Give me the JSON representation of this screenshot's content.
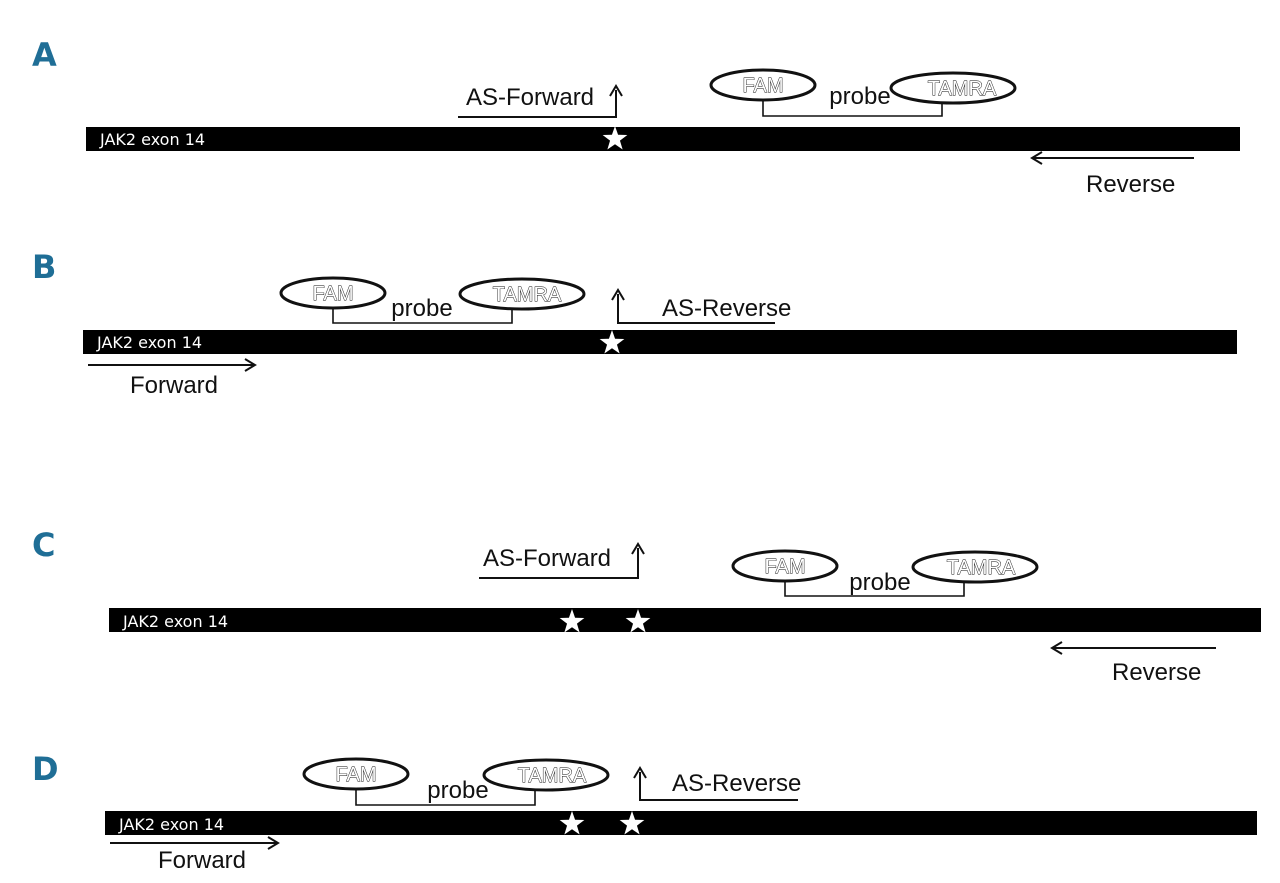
{
  "colors": {
    "letter": "#1f6e96",
    "bar": "#000000",
    "ink": "#111111",
    "star": "#ffffff"
  },
  "icons": [
    "star-icon",
    "arrow-up-icon",
    "arrow-left-icon",
    "arrow-right-icon"
  ],
  "panels": [
    {
      "letter": "A",
      "bar_label": "JAK2 exon 14",
      "primer": "AS-Forward",
      "fam": "FAM",
      "probe": "probe",
      "tamra": "TAMRA",
      "outer_primer": "Reverse"
    },
    {
      "letter": "B",
      "bar_label": "JAK2 exon 14",
      "primer": "AS-Reverse",
      "fam": "FAM",
      "probe": "probe",
      "tamra": "TAMRA",
      "outer_primer": "Forward"
    },
    {
      "letter": "C",
      "bar_label": "JAK2 exon 14",
      "primer": "AS-Forward",
      "fam": "FAM",
      "probe": "probe",
      "tamra": "TAMRA",
      "outer_primer": "Reverse"
    },
    {
      "letter": "D",
      "bar_label": "JAK2 exon 14",
      "primer": "AS-Reverse",
      "fam": "FAM",
      "probe": "probe",
      "tamra": "TAMRA",
      "outer_primer": "Forward"
    }
  ]
}
